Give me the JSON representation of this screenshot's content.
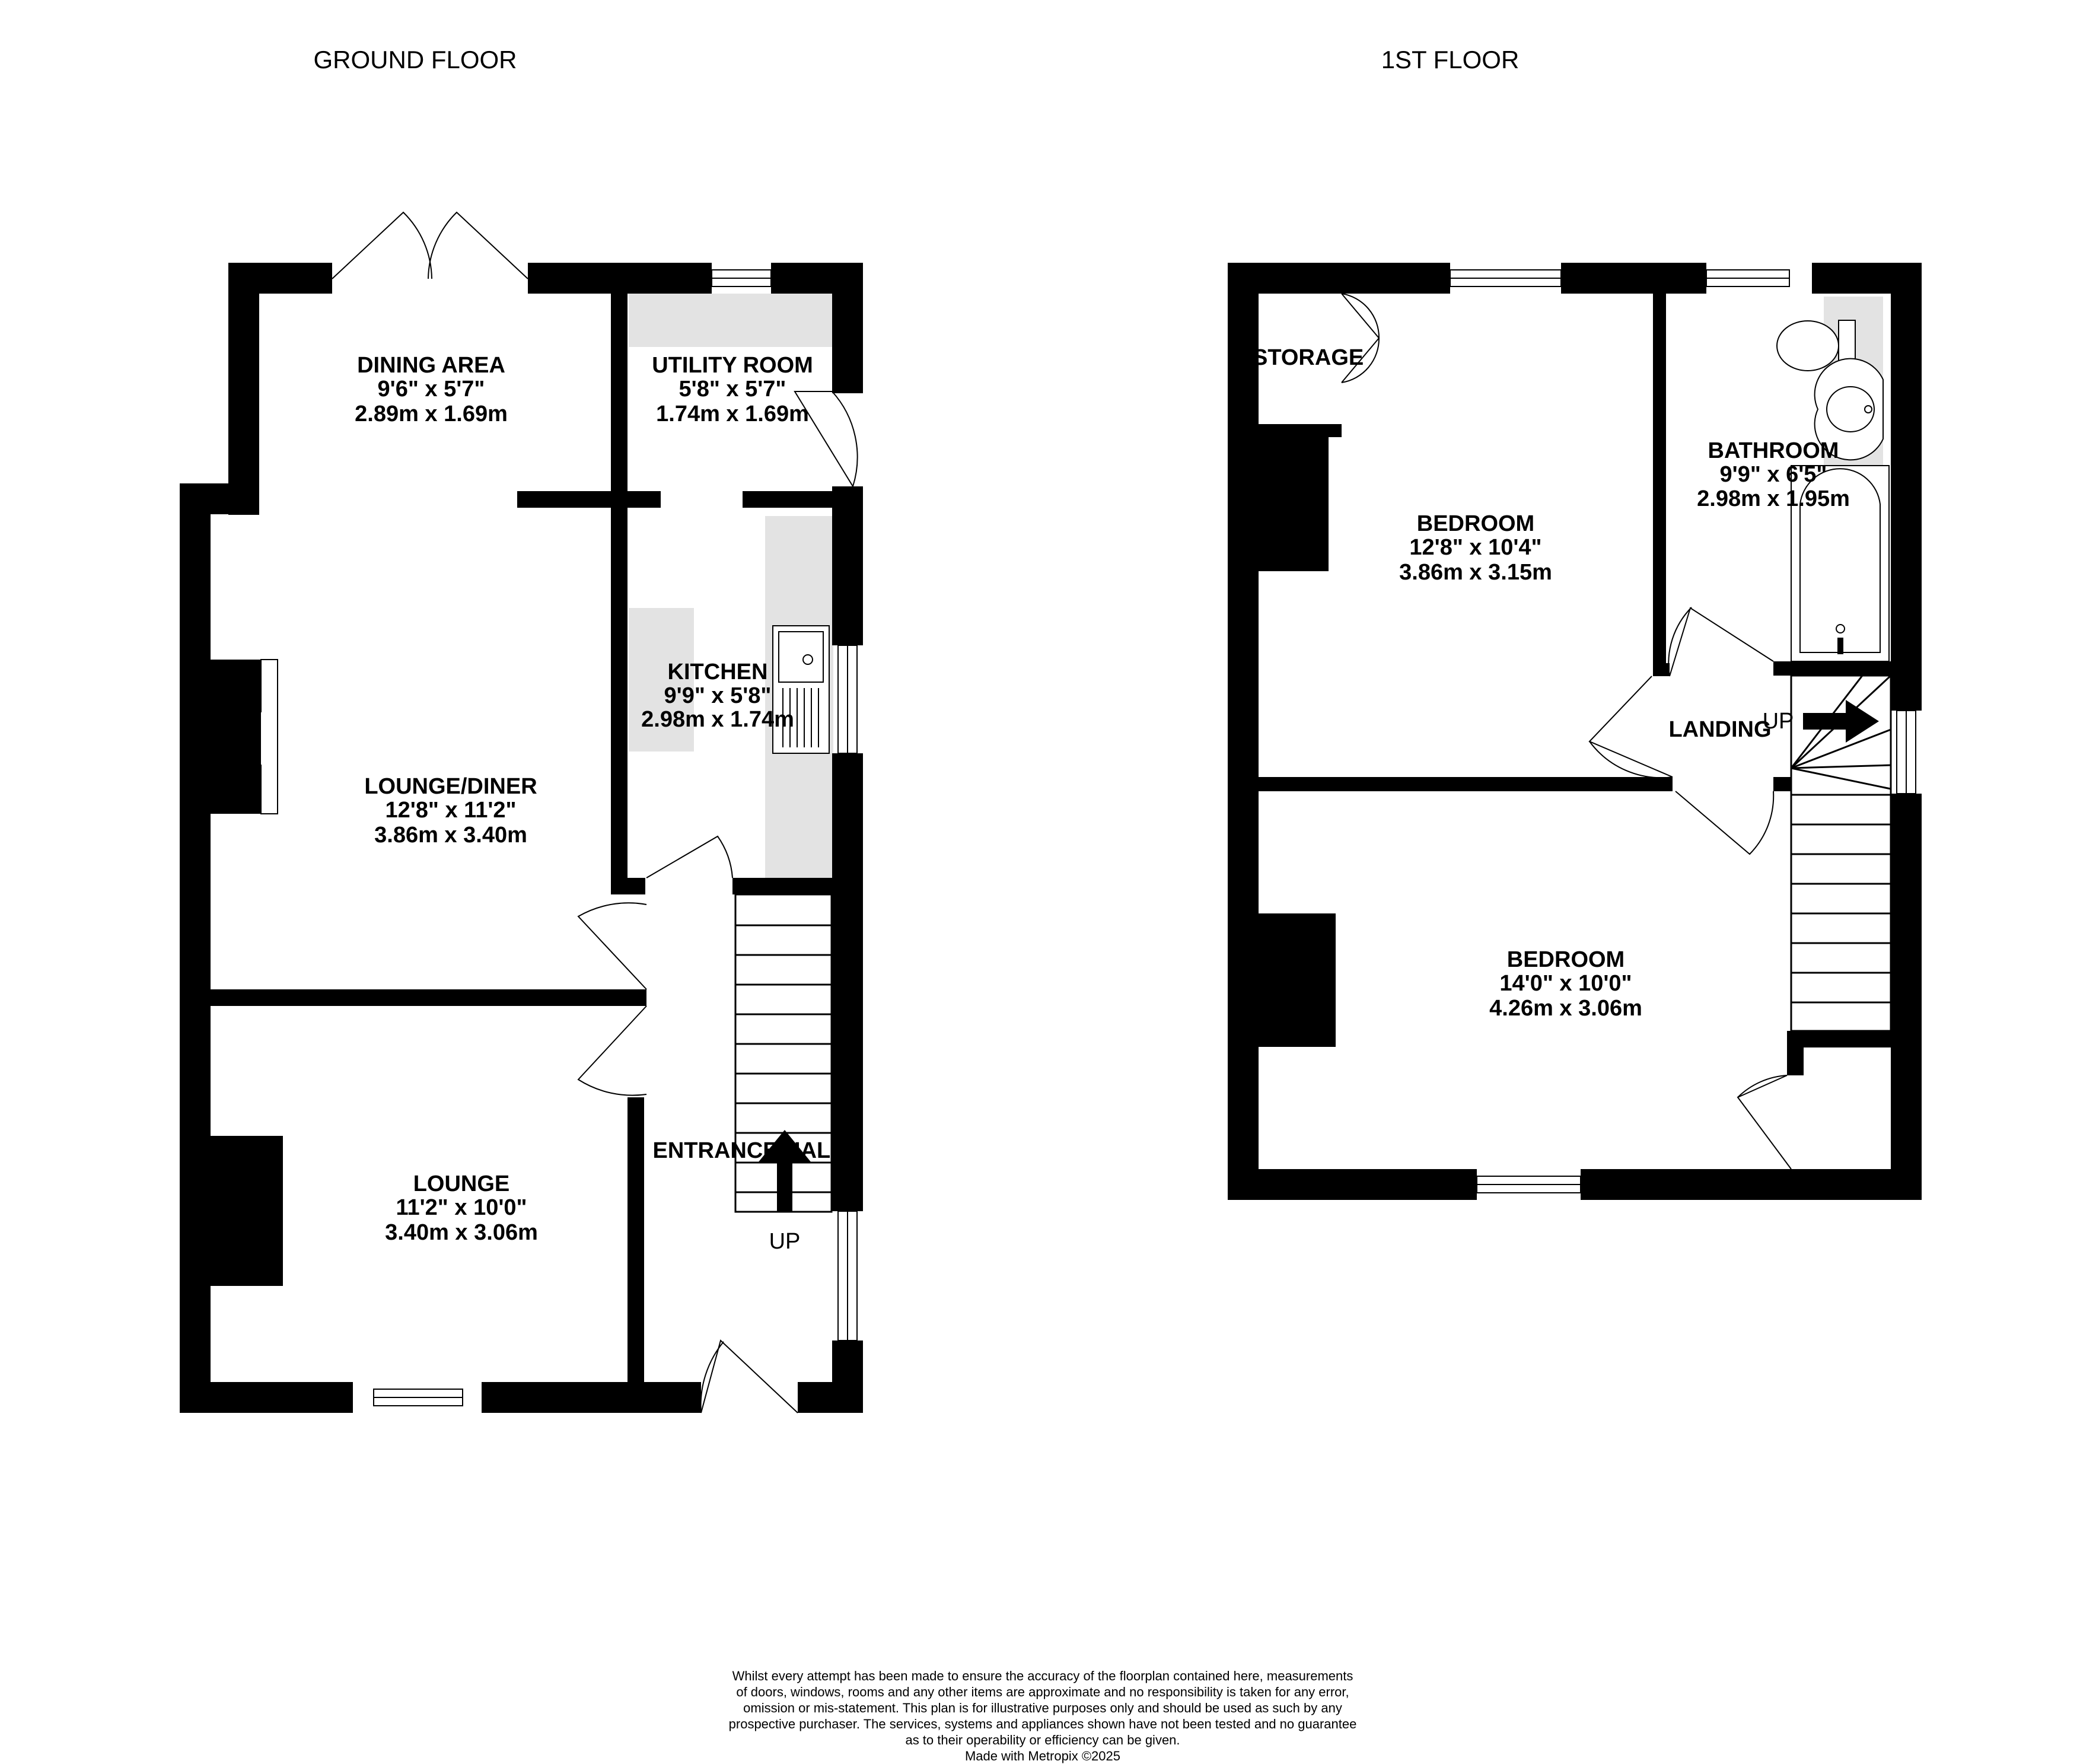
{
  "floors": {
    "ground": {
      "title": "GROUND FLOOR",
      "rooms": {
        "dining": {
          "name": "DINING AREA",
          "imperial": "9'6\"  x 5'7\"",
          "metric": "2.89m  x 1.69m"
        },
        "utility": {
          "name": "UTILITY ROOM",
          "imperial": "5'8\"  x 5'7\"",
          "metric": "1.74m  x 1.69m"
        },
        "kitchen": {
          "name": "KITCHEN",
          "imperial": "9'9\"  x 5'8\"",
          "metric": "2.98m  x 1.74m"
        },
        "lounge_diner": {
          "name": "LOUNGE/DINER",
          "imperial": "12'8\"  x 11'2\"",
          "metric": "3.86m  x 3.40m"
        },
        "lounge": {
          "name": "LOUNGE",
          "imperial": "11'2\"  x 10'0\"",
          "metric": "3.40m  x 3.06m"
        },
        "entrance": {
          "name": "ENTRANCE HALL"
        }
      },
      "stairs_label": "UP"
    },
    "first": {
      "title": "1ST FLOOR",
      "rooms": {
        "storage": {
          "name": "STORAGE"
        },
        "bedroom1": {
          "name": "BEDROOM",
          "imperial": "12'8\"  x 10'4\"",
          "metric": "3.86m  x 3.15m"
        },
        "bathroom": {
          "name": "BATHROOM",
          "imperial": "9'9\"  x 6'5\"",
          "metric": "2.98m  x 1.95m"
        },
        "landing": {
          "name": "LANDING"
        },
        "bedroom2": {
          "name": "BEDROOM",
          "imperial": "14'0\"  x 10'0\"",
          "metric": "4.26m  x 3.06m"
        }
      },
      "stairs_label": "UP"
    }
  },
  "disclaimer": [
    "Whilst every attempt has been made to ensure the accuracy of the floorplan contained here, measurements",
    "of doors, windows, rooms and any other items are approximate and no responsibility is taken for any error,",
    "omission or mis-statement. This plan is for illustrative purposes only and should be used as such by any",
    "prospective purchaser. The services, systems and appliances shown have not been tested and no guarantee",
    "as to their operability or efficiency can be given."
  ],
  "credit": "Made with Metropix ©2025"
}
